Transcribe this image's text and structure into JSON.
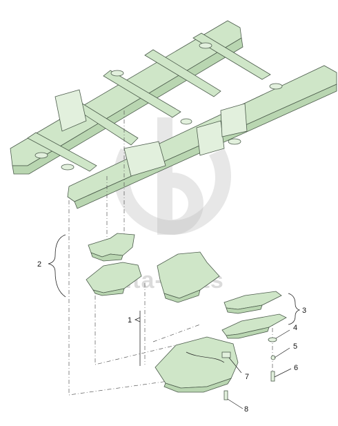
{
  "watermark": {
    "text": "delta-parts"
  },
  "callouts": [
    {
      "id": "1",
      "label": "1"
    },
    {
      "id": "2",
      "label": "2"
    },
    {
      "id": "3",
      "label": "3"
    },
    {
      "id": "4",
      "label": "4"
    },
    {
      "id": "5",
      "label": "5"
    },
    {
      "id": "6",
      "label": "6"
    },
    {
      "id": "7",
      "label": "7"
    },
    {
      "id": "8",
      "label": "8"
    }
  ],
  "colors": {
    "part_fill": "#cfe6c8",
    "outline": "#4a5a4a",
    "watermark": "#b9b9b9"
  }
}
